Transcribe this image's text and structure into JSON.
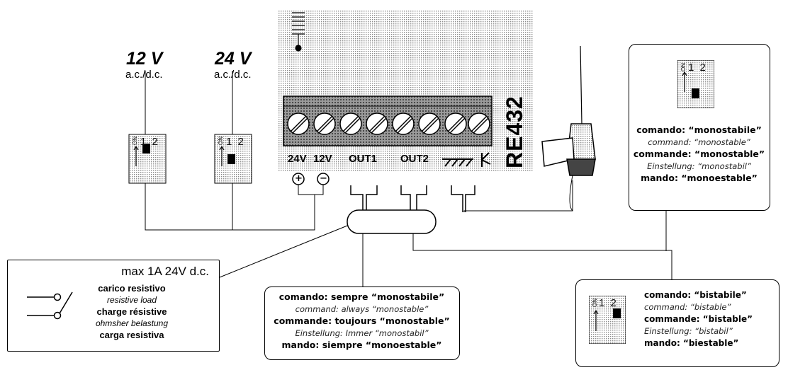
{
  "supplies": {
    "v12": {
      "voltage": "12 V",
      "type": "a.c./d.c."
    },
    "v24": {
      "voltage": "24 V",
      "type": "a.c./d.c."
    }
  },
  "dip": {
    "numbers": "1 2",
    "on_label": "ON"
  },
  "receiver": {
    "model": "RE432",
    "terminals": {
      "t24v": "24V",
      "t12v": "12V",
      "out1": "OUT1",
      "out2": "OUT2"
    },
    "polarity": {
      "plus": "+",
      "minus": "−"
    }
  },
  "relay": {
    "rating": "max 1A 24V d.c.",
    "lines": [
      "carico resistivo",
      "resistive load",
      "charge résistive",
      "ohmsher belastung",
      "carga resistiva"
    ]
  },
  "out1_note": {
    "lines": [
      "comando: sempre “monostabile”",
      "command: always “monostable”",
      "commande: toujours “monostable”",
      "Einstellung: Immer “monostabil”",
      "mando: siempre “monoestable”"
    ]
  },
  "mono_note": {
    "lines": [
      "comando: “monostabile”",
      "command: “monostable”",
      "commande: “monostable”",
      "Einstellung: “monostabil”",
      "mando: “monoestable”"
    ]
  },
  "bistable_note": {
    "lines": [
      "comando: “bistabile”",
      "command: “bistable”",
      "commande: “bistable”",
      "Einstellung: “bistabil”",
      "mando: “biestable”"
    ]
  }
}
